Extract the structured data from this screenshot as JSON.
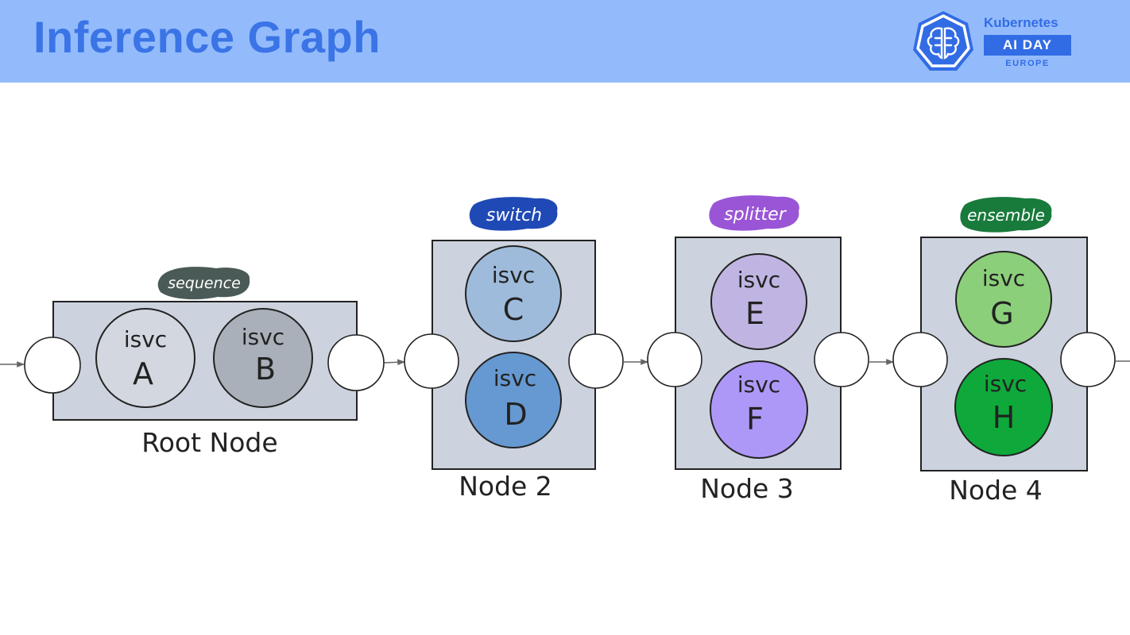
{
  "header": {
    "title": "Inference Graph"
  },
  "logo": {
    "name": "Kubernetes",
    "event": "AI DAY",
    "region": "EUROPE",
    "icon": "kubernetes-brain-icon",
    "color": "#326ce5"
  },
  "nodes": [
    {
      "label": "Root Node",
      "type": "sequence",
      "tag_color": "#4a5a56",
      "services": [
        {
          "kind": "isvc",
          "name": "A",
          "color": "#d3d8e0"
        },
        {
          "kind": "isvc",
          "name": "B",
          "color": "#a9b0b9"
        }
      ]
    },
    {
      "label": "Node 2",
      "type": "switch",
      "tag_color": "#1f49b5",
      "services": [
        {
          "kind": "isvc",
          "name": "C",
          "color": "#9fbbdb"
        },
        {
          "kind": "isvc",
          "name": "D",
          "color": "#6699d1"
        }
      ]
    },
    {
      "label": "Node 3",
      "type": "splitter",
      "tag_color": "#9a55d6",
      "services": [
        {
          "kind": "isvc",
          "name": "E",
          "color": "#c0b5e2"
        },
        {
          "kind": "isvc",
          "name": "F",
          "color": "#ae98f7"
        }
      ]
    },
    {
      "label": "Node 4",
      "type": "ensemble",
      "tag_color": "#187a3b",
      "services": [
        {
          "kind": "isvc",
          "name": "G",
          "color": "#8ccf7b"
        },
        {
          "kind": "isvc",
          "name": "H",
          "color": "#0ea93a"
        }
      ]
    }
  ]
}
